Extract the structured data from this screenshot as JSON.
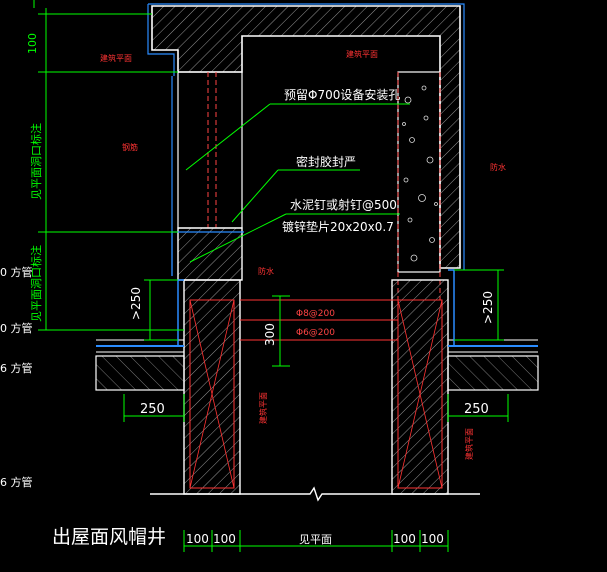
{
  "drawing": {
    "title": "出屋面风帽井",
    "annotations": {
      "reserved_opening": "预留Φ700设备安装孔",
      "sealant": "密封胶封严",
      "nail": "水泥钉或射钉@500",
      "washer": "镀锌垫片20x20x0.7",
      "rebar_8": "Φ8@200",
      "rebar_6": "Φ6@200"
    },
    "left_labels": {
      "top_vertical": "见平面洞口标注",
      "bottom_vertical": "见平面洞口标注",
      "pipe_mark": "6 方管",
      "square_mark": "0 方管"
    },
    "dimensions": {
      "d100_top": "100",
      "d250_left": "250",
      "d250_right": "250",
      "gt250_left": ">250",
      "gt250_right": ">250",
      "d300": "300",
      "bottom_100": "100",
      "bottom_plan": "见平面"
    },
    "red_tags": {
      "tag_a": "建筑平面",
      "tag_b": "钢筋",
      "tag_c": "防水"
    },
    "colors": {
      "background": "#000000",
      "structure": "#ffffff",
      "annotation": "#00ff00",
      "dimension": "#00ff00",
      "rebar": "#ff2222",
      "waterproof": "#2a8cff",
      "hatch": "#cccccc"
    }
  }
}
